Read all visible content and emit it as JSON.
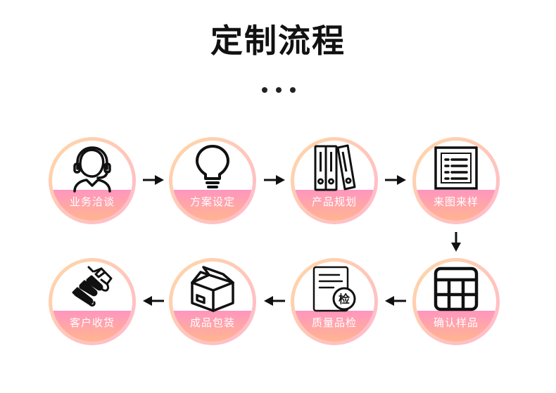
{
  "title": "定制流程",
  "steps": [
    {
      "label": "业务洽谈",
      "icon": "headset-person-icon"
    },
    {
      "label": "方案设定",
      "icon": "lightbulb-icon"
    },
    {
      "label": "产品规划",
      "icon": "binders-icon"
    },
    {
      "label": "来图来样",
      "icon": "document-list-icon"
    },
    {
      "label": "确认样品",
      "icon": "grid-table-icon"
    },
    {
      "label": "质量品检",
      "icon": "quality-check-icon"
    },
    {
      "label": "成品包装",
      "icon": "package-box-icon"
    },
    {
      "label": "客户收货",
      "icon": "handshake-icon"
    }
  ],
  "check_badge": "检"
}
